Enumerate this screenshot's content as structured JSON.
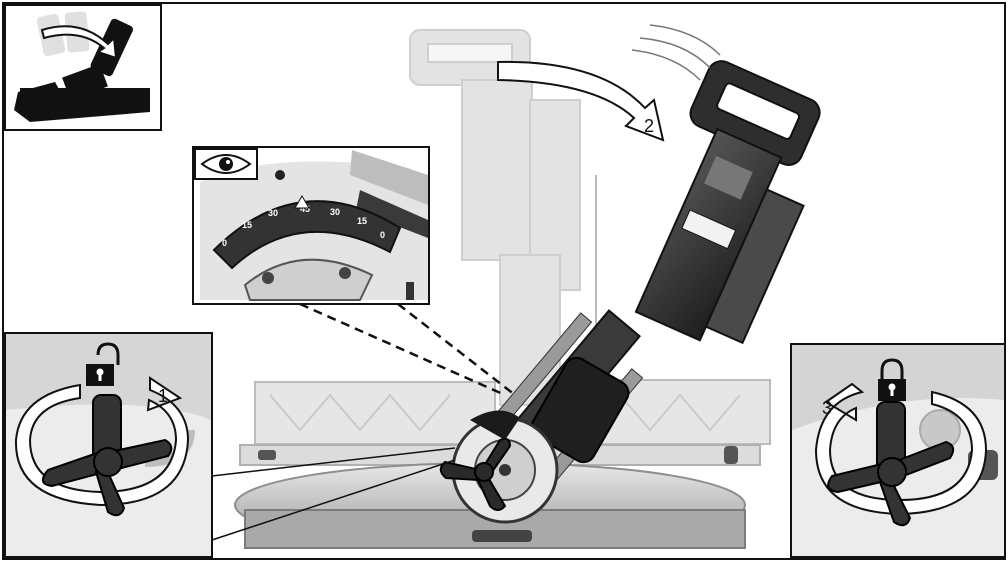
{
  "steps": {
    "unlock": "1",
    "tilt": "2",
    "lock": "3"
  },
  "bevel_scale": {
    "ticks": [
      "0",
      "15",
      "30",
      "45",
      "30",
      "15",
      "0"
    ]
  },
  "icons": {
    "view": "eye-icon",
    "unlock": "padlock-open-icon",
    "lock": "padlock-closed-icon"
  },
  "colors": {
    "line": "#111111",
    "ghost": "#d9d9d9",
    "saw_dark": "#2b2b2b",
    "saw_mid": "#6b6b6b",
    "background": "#ffffff"
  }
}
